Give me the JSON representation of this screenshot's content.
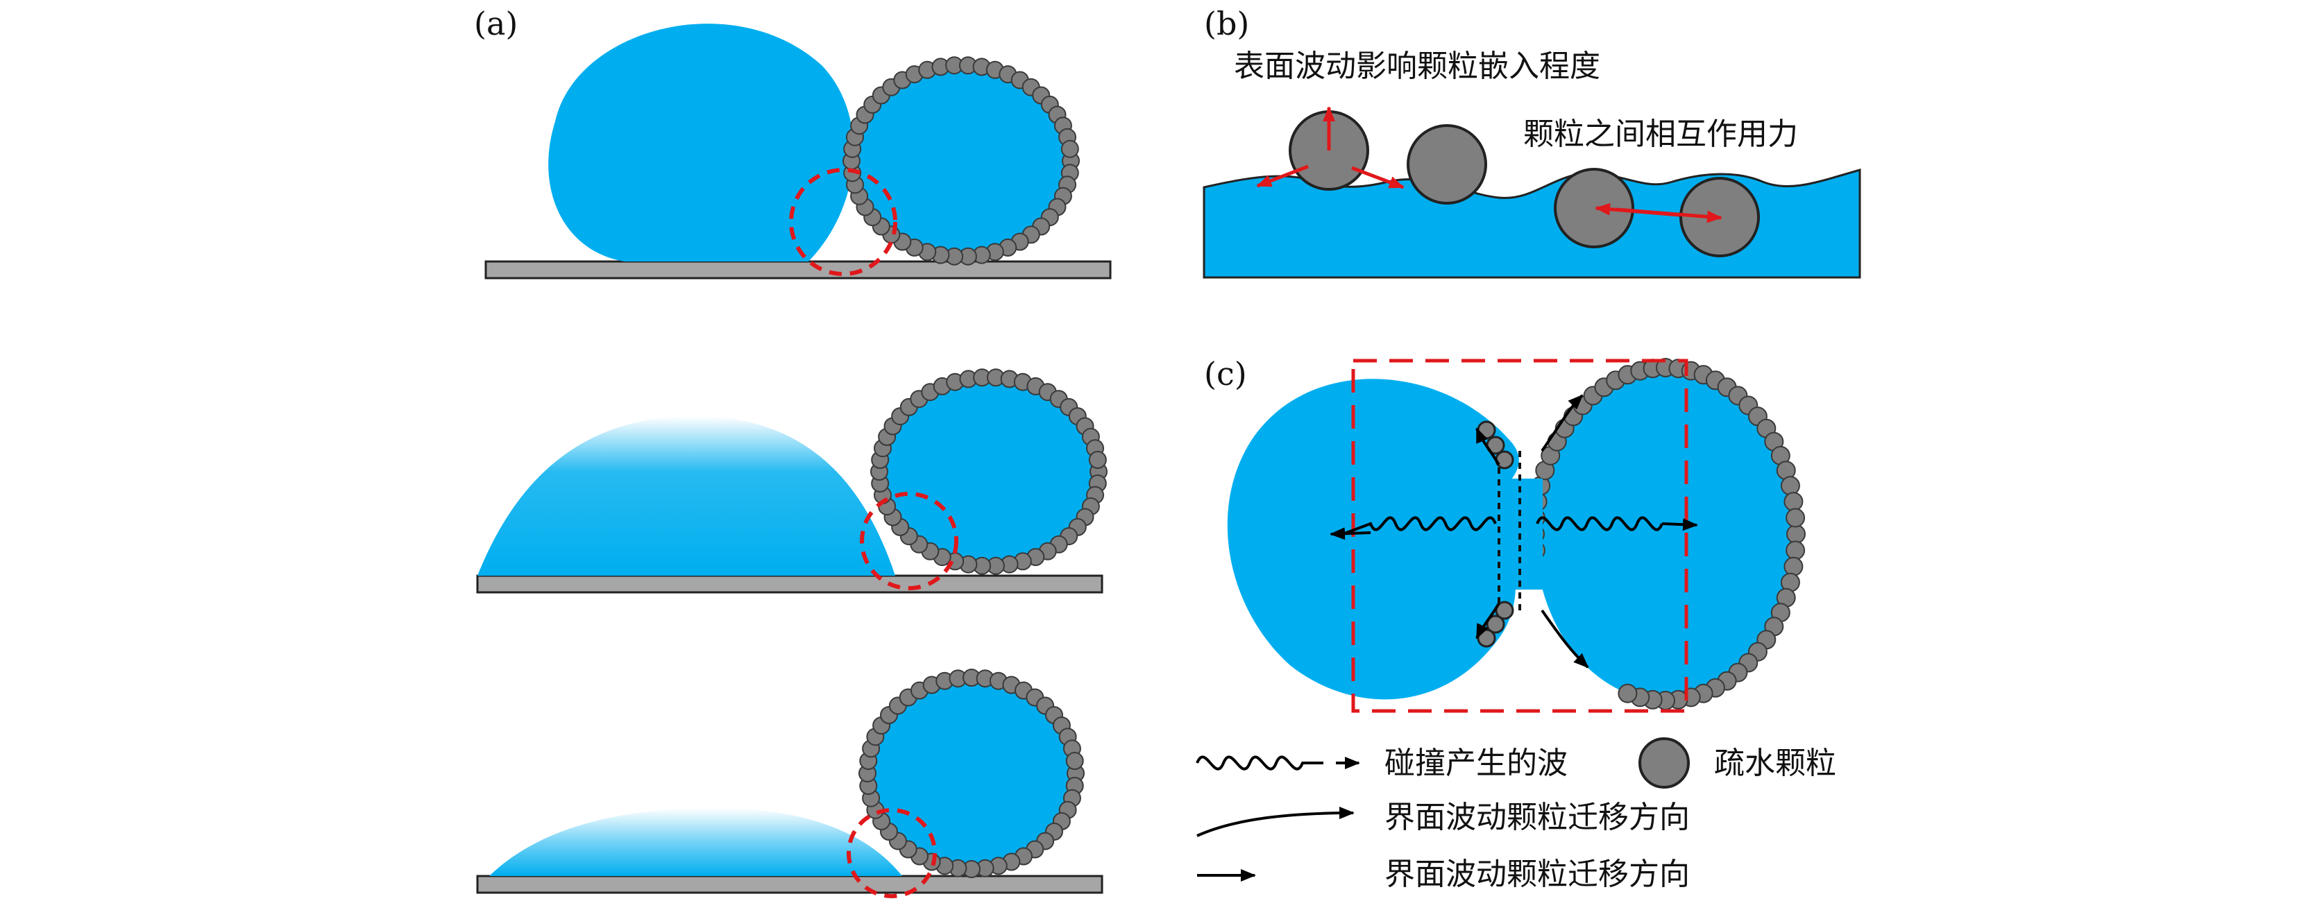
{
  "panels": {
    "a": {
      "label": "(a)"
    },
    "b": {
      "label": "(b)",
      "annotation_surface": "表面波动影响颗粒嵌入程度",
      "annotation_interaction": "颗粒之间相互作用力"
    },
    "c": {
      "label": "(c)"
    }
  },
  "legend": {
    "wave": "碰撞产生的波",
    "particle": "疏水颗粒",
    "curved_arrow": "界面波动颗粒迁移方向",
    "straight_arrow": "界面波动颗粒迁移方向"
  },
  "colors": {
    "liquid": "#00AEEF",
    "particle_fill": "#7F7F7F",
    "particle_stroke": "#3A3A3A",
    "substrate": "#A6A6A6",
    "dashed_highlight": "#E0181B",
    "force_arrow": "#E0181B"
  },
  "icons": {
    "wave": "wave-icon",
    "particle": "particle-icon",
    "curved_arrow": "curved-arrow-icon",
    "straight_arrow": "straight-arrow-icon"
  }
}
